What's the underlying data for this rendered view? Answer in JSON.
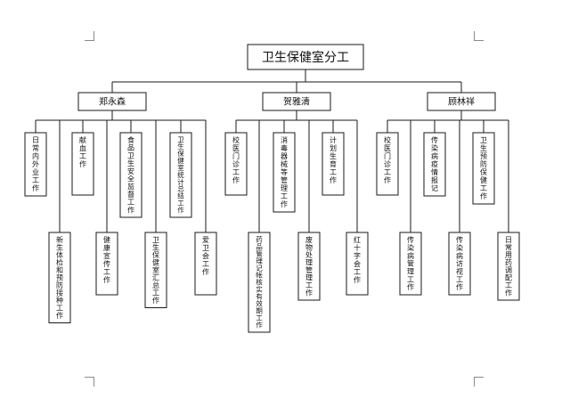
{
  "diagram": {
    "title": "卫生保健室分工",
    "groups": [
      {
        "name": "郑永森",
        "tasks": [
          "日常内外业工作",
          "新生体检和预防接种工作",
          "献血工作",
          "健康宣传工作",
          "食品卫生安全监督工作",
          "卫生保健室汇总工作",
          "卫生保健室统计总结工作",
          "爱卫会工作"
        ]
      },
      {
        "name": "贺雅清",
        "tasks": [
          "校医门诊工作",
          "药品管理记帐核实有效期工作",
          "消毒器械等管理工作",
          "废物处理管理工作",
          "计划生育工作",
          "红十字会工作"
        ]
      },
      {
        "name": "顾林祥",
        "tasks": [
          "校医门诊工作",
          "传染病管理工作",
          "传染病疫情报记",
          "传染病访视工作",
          "卫生预防保健工作",
          "日常用药调配工作"
        ]
      }
    ]
  },
  "colors": {
    "line": "#1a1a1a",
    "box_fill": "#ffffff",
    "text": "#111111"
  }
}
